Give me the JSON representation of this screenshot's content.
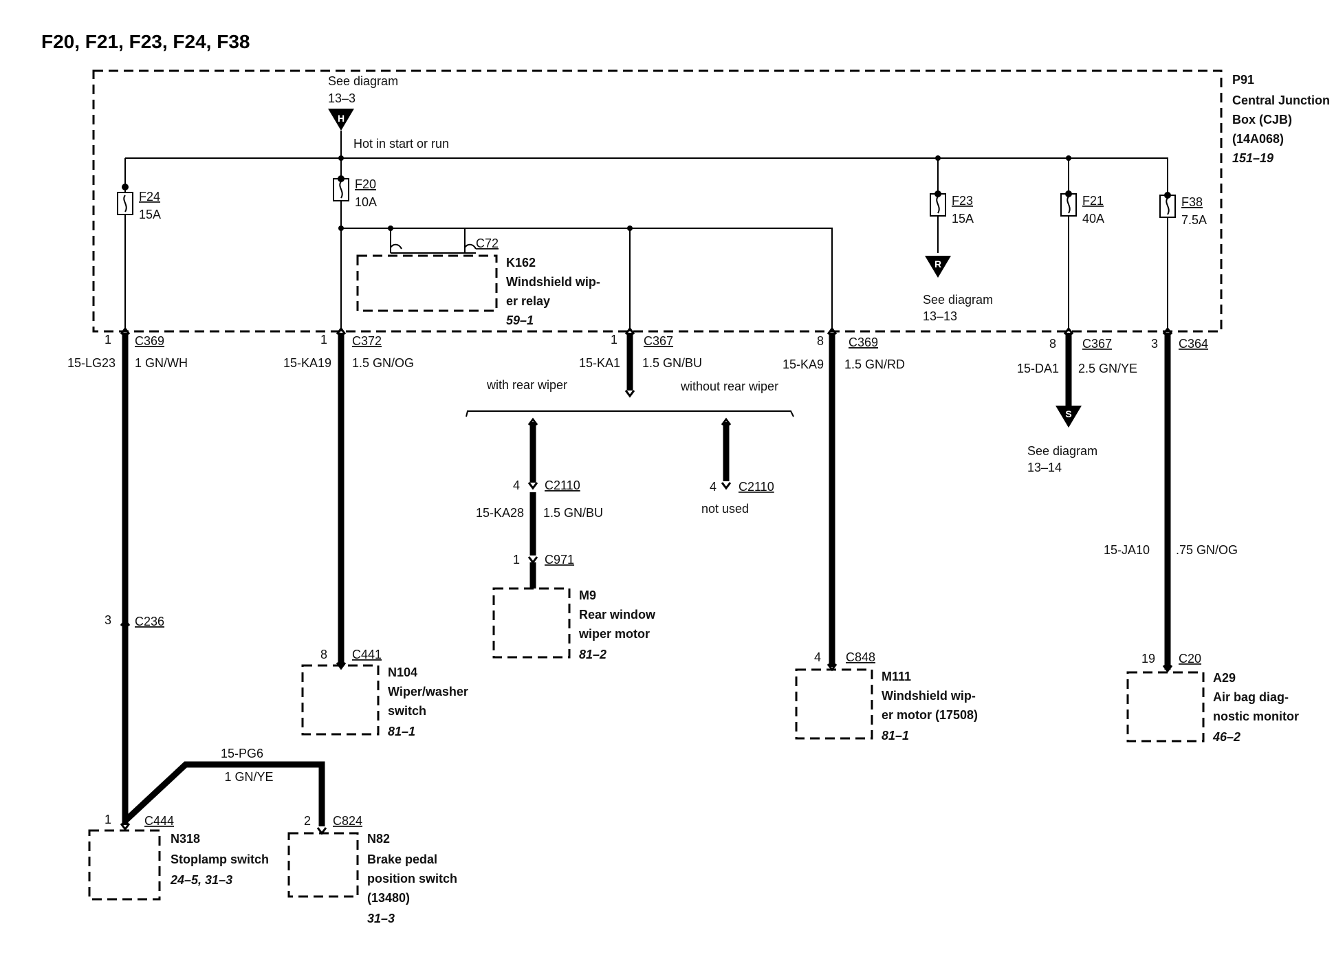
{
  "title": "F20, F21, F23, F24, F38",
  "junction_box": {
    "id": "P91",
    "name_line1": "Central Junction",
    "name_line2": "Box (CJB)",
    "part": "(14A068)",
    "ref": "151–19"
  },
  "hot_feed": {
    "see": "See diagram",
    "ref": "13–3",
    "symbol": "H",
    "label": "Hot in start or run"
  },
  "fuses": [
    {
      "name": "F24",
      "rating": "15A"
    },
    {
      "name": "F20",
      "rating": "10A"
    },
    {
      "name": "F23",
      "rating": "15A"
    },
    {
      "name": "F21",
      "rating": "40A"
    },
    {
      "name": "F38",
      "rating": "7.5A"
    }
  ],
  "relay": {
    "connector": "C72",
    "id": "K162",
    "line1": "Windshield wip-",
    "line2": "er relay",
    "ref": "59–1"
  },
  "off_page": [
    {
      "symbol": "R",
      "see": "See diagram",
      "ref": "13–13"
    },
    {
      "symbol": "S",
      "see": "See diagram",
      "ref": "13–14"
    }
  ],
  "circuits": [
    {
      "pin": "1",
      "connector": "C369",
      "circuit": "15-LG23",
      "wire": "1 GN/WH"
    },
    {
      "pin": "1",
      "connector": "C372",
      "circuit": "15-KA19",
      "wire": "1.5 GN/OG"
    },
    {
      "pin": "1",
      "connector": "C367",
      "circuit": "15-KA1",
      "wire": "1.5 GN/BU"
    },
    {
      "pin": "8",
      "connector": "C369",
      "circuit": "15-KA9",
      "wire": "1.5 GN/RD"
    },
    {
      "pin": "8",
      "connector": "C367",
      "circuit": "15-DA1",
      "wire": "2.5 GN/YE"
    },
    {
      "pin": "3",
      "connector": "C364",
      "circuit": "15-JA10",
      "wire": ".75 GN/OG"
    }
  ],
  "branch": {
    "with": "with rear wiper",
    "without": "without rear wiper",
    "left": {
      "pin": "4",
      "connector": "C2110",
      "circuit": "15-KA28",
      "wire": "1.5 GN/BU",
      "pin2": "1",
      "connector2": "C971"
    },
    "right": {
      "pin": "4",
      "connector": "C2110",
      "note": "not used"
    }
  },
  "inline": {
    "pin": "3",
    "connector": "C236"
  },
  "jumper": {
    "circuit": "15-PG6",
    "wire": "1 GN/YE"
  },
  "components": [
    {
      "pin": "8",
      "connector": "C441",
      "id": "N104",
      "lines": [
        "Wiper/washer",
        "switch"
      ],
      "ref": "81–1"
    },
    {
      "pin": "",
      "connector": "",
      "id": "M9",
      "lines": [
        "Rear window",
        "wiper motor"
      ],
      "ref": "81–2"
    },
    {
      "pin": "4",
      "connector": "C848",
      "id": "M111",
      "lines": [
        "Windshield wip-",
        "er motor (17508)"
      ],
      "ref": "81–1"
    },
    {
      "pin": "19",
      "connector": "C20",
      "id": "A29",
      "lines": [
        "Air bag diag-",
        "nostic monitor"
      ],
      "ref": "46–2"
    },
    {
      "pin": "1",
      "connector": "C444",
      "id": "N318",
      "lines": [
        "Stoplamp switch"
      ],
      "ref": "24–5, 31–3"
    },
    {
      "pin": "2",
      "connector": "C824",
      "id": "N82",
      "lines": [
        "Brake pedal",
        "position switch",
        "(13480)"
      ],
      "ref": "31–3"
    }
  ]
}
